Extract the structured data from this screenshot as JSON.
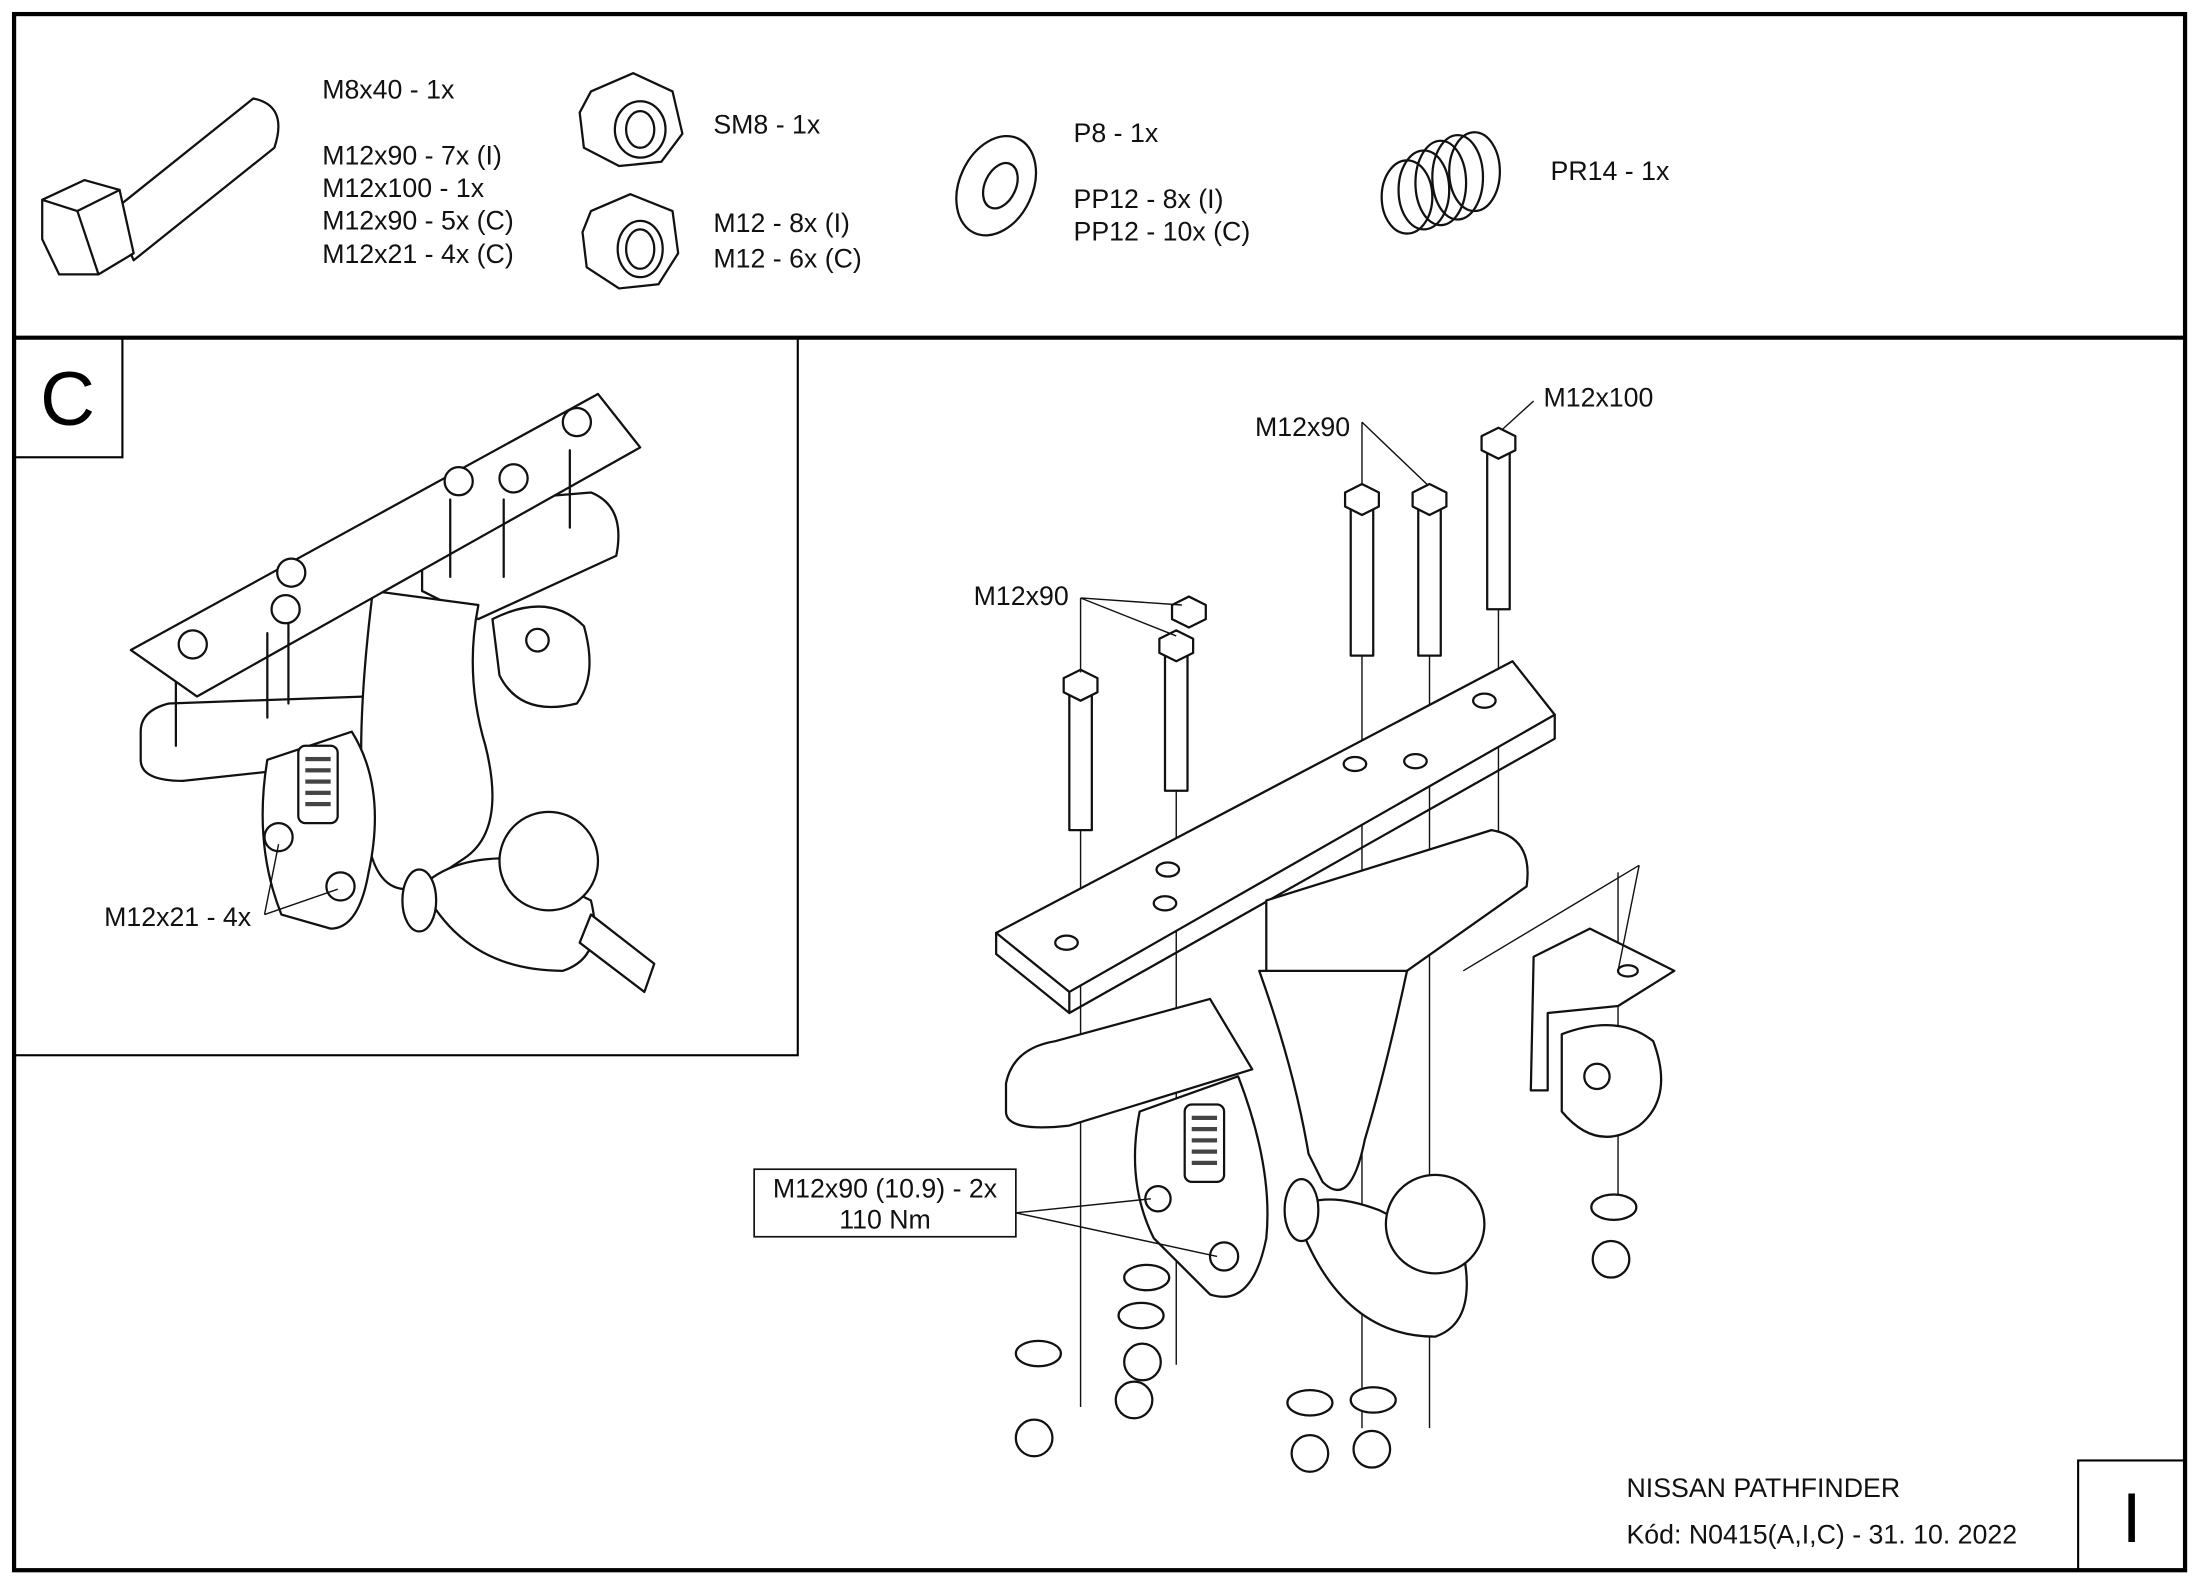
{
  "parts_list": {
    "bolt": {
      "icon": "hex-bolt-icon",
      "lines": [
        "M8x40 - 1x",
        "M12x90 - 7x (I)",
        "M12x100 - 1x",
        "M12x90 - 5x (C)",
        "M12x21 - 4x (C)"
      ]
    },
    "self_locking_nut": {
      "icon": "locking-nut-icon",
      "lines": [
        "SM8 - 1x"
      ]
    },
    "nut": {
      "icon": "hex-nut-icon",
      "lines": [
        "M12 - 8x (I)",
        "M12 - 6x (C)"
      ]
    },
    "washer": {
      "icon": "washer-icon",
      "lines": [
        "P8 - 1x",
        "PP12 - 8x (I)",
        "PP12 - 10x (C)"
      ]
    },
    "spring": {
      "icon": "spring-icon",
      "lines": [
        "PR14 - 1x"
      ]
    }
  },
  "variant_c": {
    "label": "C",
    "callout": "M12x21 - 4x"
  },
  "variant_i": {
    "callouts": {
      "m12x100": "M12x100",
      "m12x90_rear": "M12x90",
      "m12x90_front": "M12x90",
      "torque_line1": "M12x90 (10.9) - 2x",
      "torque_line2": "110 Nm"
    }
  },
  "title_block": {
    "vehicle": "NISSAN PATHFINDER",
    "code": "Kód: N0415(A,I,C) - 31. 10. 2022",
    "sheet_label": "I"
  }
}
